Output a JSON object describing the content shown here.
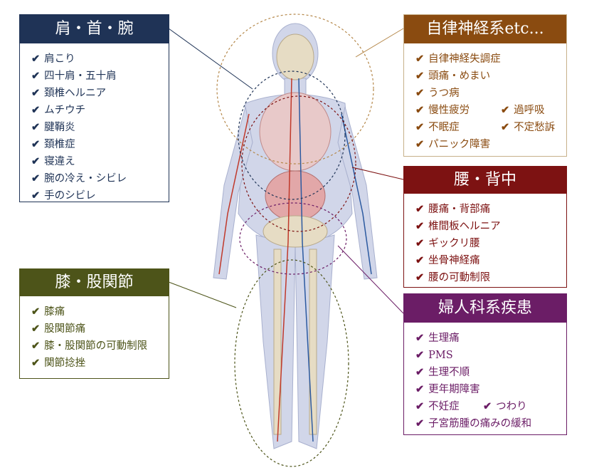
{
  "colors": {
    "shoulder": "#1f3356",
    "autonomic": "#8a4b10",
    "back": "#7d1212",
    "knee": "#4d5419",
    "gyneco": "#6b1d66"
  },
  "check_icon": "✔",
  "shoulder": {
    "title": "肩・首・腕",
    "items": [
      "肩こり",
      "四十肩・五十肩",
      "頚椎ヘルニア",
      "ムチウチ",
      "腱鞘炎",
      "頚椎症",
      "寝違え",
      "腕の冷え・シビレ",
      "手のシビレ"
    ]
  },
  "autonomic": {
    "title": "自律神経系etc...",
    "items": [
      "自律神経失調症",
      "頭痛・めまい",
      "うつ病",
      "慢性疲労",
      "過呼吸",
      "不眠症",
      "不定愁訴",
      "パニック障害"
    ]
  },
  "back": {
    "title": "腰・背中",
    "items": [
      "腰痛・背部痛",
      "椎間板ヘルニア",
      "ギックリ腰",
      "坐骨神経痛",
      "腰の可動制限"
    ]
  },
  "knee": {
    "title": "膝・股関節",
    "items": [
      "膝痛",
      "股関節痛",
      "膝・股関節の可動制限",
      "関節捻挫"
    ]
  },
  "gyneco": {
    "title": "婦人科系疾患",
    "items": [
      "生理痛",
      "PMS",
      "生理不順",
      "更年期障害",
      "不妊症",
      "つわり",
      "子宮筋腫の痛みの緩和"
    ]
  }
}
